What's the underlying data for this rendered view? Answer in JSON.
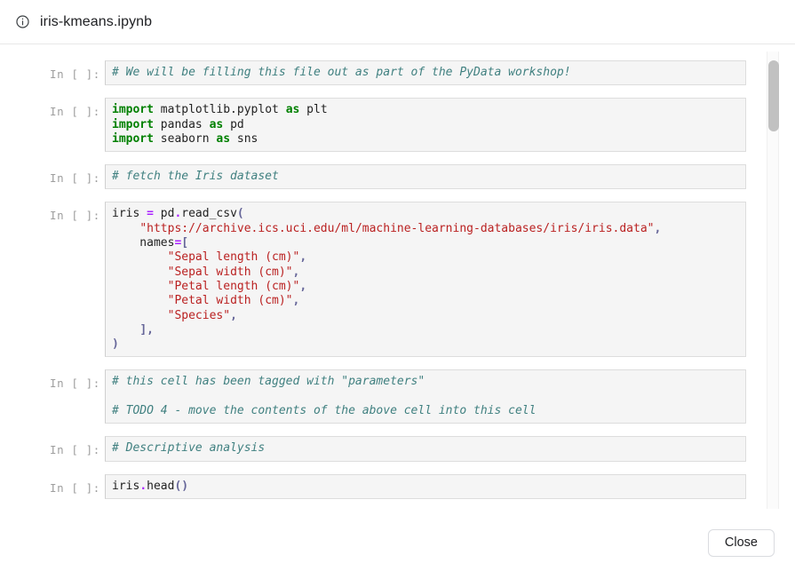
{
  "header": {
    "icon": "info-circle-icon",
    "title": "iris-kmeans.ipynb"
  },
  "notebook": {
    "prompt_label": "In [ ]:",
    "cells": [
      {
        "id": "cell-1",
        "prompt": "In [ ]:",
        "lines": [
          [
            {
              "t": "comment",
              "s": "# We will be filling this file out as part of the PyData workshop!"
            }
          ]
        ]
      },
      {
        "id": "cell-2",
        "prompt": "In [ ]:",
        "lines": [
          [
            {
              "t": "keyword",
              "s": "import"
            },
            {
              "t": "name",
              "s": " matplotlib.pyplot "
            },
            {
              "t": "keyword",
              "s": "as"
            },
            {
              "t": "name",
              "s": " plt"
            }
          ],
          [
            {
              "t": "keyword",
              "s": "import"
            },
            {
              "t": "name",
              "s": " pandas "
            },
            {
              "t": "keyword",
              "s": "as"
            },
            {
              "t": "name",
              "s": " pd"
            }
          ],
          [
            {
              "t": "keyword",
              "s": "import"
            },
            {
              "t": "name",
              "s": " seaborn "
            },
            {
              "t": "keyword",
              "s": "as"
            },
            {
              "t": "name",
              "s": " sns"
            }
          ]
        ]
      },
      {
        "id": "cell-3",
        "prompt": "In [ ]:",
        "lines": [
          [
            {
              "t": "comment",
              "s": "# fetch the Iris dataset"
            }
          ]
        ]
      },
      {
        "id": "cell-4",
        "prompt": "In [ ]:",
        "lines": [
          [
            {
              "t": "name",
              "s": "iris "
            },
            {
              "t": "op",
              "s": "="
            },
            {
              "t": "name",
              "s": " pd"
            },
            {
              "t": "dot",
              "s": "."
            },
            {
              "t": "name",
              "s": "read_csv"
            },
            {
              "t": "punct",
              "s": "("
            }
          ],
          [
            {
              "t": "name",
              "s": "    "
            },
            {
              "t": "string",
              "s": "\"https://archive.ics.uci.edu/ml/machine-learning-databases/iris/iris.data\""
            },
            {
              "t": "punct",
              "s": ","
            }
          ],
          [
            {
              "t": "name",
              "s": "    names"
            },
            {
              "t": "op",
              "s": "="
            },
            {
              "t": "punct",
              "s": "["
            }
          ],
          [
            {
              "t": "name",
              "s": "        "
            },
            {
              "t": "string",
              "s": "\"Sepal length (cm)\""
            },
            {
              "t": "punct",
              "s": ","
            }
          ],
          [
            {
              "t": "name",
              "s": "        "
            },
            {
              "t": "string",
              "s": "\"Sepal width (cm)\""
            },
            {
              "t": "punct",
              "s": ","
            }
          ],
          [
            {
              "t": "name",
              "s": "        "
            },
            {
              "t": "string",
              "s": "\"Petal length (cm)\""
            },
            {
              "t": "punct",
              "s": ","
            }
          ],
          [
            {
              "t": "name",
              "s": "        "
            },
            {
              "t": "string",
              "s": "\"Petal width (cm)\""
            },
            {
              "t": "punct",
              "s": ","
            }
          ],
          [
            {
              "t": "name",
              "s": "        "
            },
            {
              "t": "string",
              "s": "\"Species\""
            },
            {
              "t": "punct",
              "s": ","
            }
          ],
          [
            {
              "t": "name",
              "s": "    "
            },
            {
              "t": "punct",
              "s": "],"
            }
          ],
          [
            {
              "t": "punct",
              "s": ")"
            }
          ]
        ]
      },
      {
        "id": "cell-5",
        "prompt": "In [ ]:",
        "lines": [
          [
            {
              "t": "comment",
              "s": "# this cell has been tagged with \"parameters\""
            }
          ],
          [
            {
              "t": "name",
              "s": ""
            }
          ],
          [
            {
              "t": "comment",
              "s": "# TODO 4 - move the contents of the above cell into this cell"
            }
          ]
        ]
      },
      {
        "id": "cell-6",
        "prompt": "In [ ]:",
        "lines": [
          [
            {
              "t": "comment",
              "s": "# Descriptive analysis"
            }
          ]
        ]
      },
      {
        "id": "cell-7",
        "prompt": "In [ ]:",
        "lines": [
          [
            {
              "t": "name",
              "s": "iris"
            },
            {
              "t": "dot",
              "s": "."
            },
            {
              "t": "name",
              "s": "head"
            },
            {
              "t": "punct",
              "s": "()"
            }
          ]
        ]
      }
    ]
  },
  "footer": {
    "close_label": "Close"
  },
  "colors": {
    "comment": "#408080",
    "keyword": "#008000",
    "string": "#ba2121",
    "punct": "#666699",
    "operator": "#aa22ff",
    "cell_background": "#f5f5f5",
    "cell_border": "#dddddd",
    "prompt": "#9e9e9e",
    "scrollbar_thumb": "#c1c1c1"
  }
}
